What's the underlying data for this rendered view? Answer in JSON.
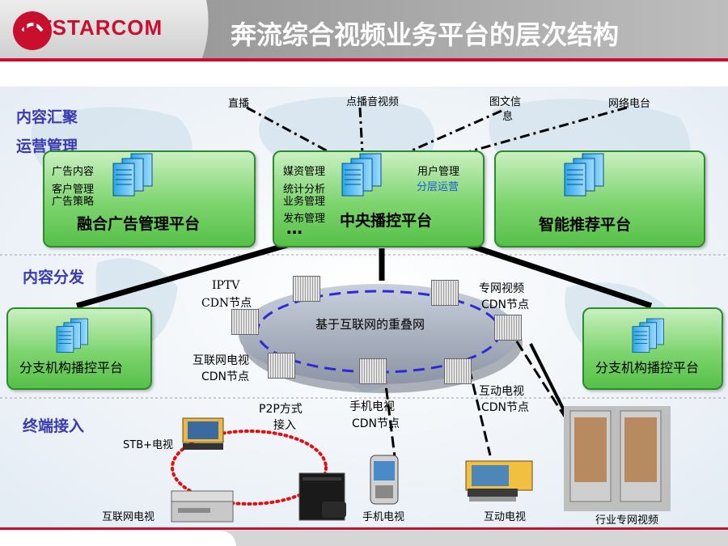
{
  "header": {
    "logo_text": "UTSTARCOM",
    "title": "奔流综合视频业务平台的层次结构"
  },
  "sections": {
    "content_aggregation": "内容汇聚",
    "operations": "运营管理",
    "content_distribution": "内容分发",
    "terminal_access": "终端接入"
  },
  "sources": {
    "live": "直播",
    "vod": "点播音视频",
    "info_line1": "图文信",
    "info_line2": "息",
    "net_radio": "网络电台"
  },
  "platforms": {
    "ad_platform": {
      "title": "融合广告管理平台",
      "item1": "广告内容",
      "item2": "客户管理",
      "item3": "广告策略"
    },
    "central_platform": {
      "title": "中央播控平台",
      "left1": "媒资管理",
      "left2": "统计分析",
      "left3": "业务管理",
      "left4": "发布管理",
      "ellipsis": "…",
      "right1": "用户管理",
      "right2": "分层运营"
    },
    "recommend_platform": {
      "title": "智能推荐平台"
    },
    "branch_left": {
      "title": "分支机构播控平台"
    },
    "branch_right": {
      "title": "分支机构播控平台"
    }
  },
  "network": {
    "overlay_label": "基于互联网的重叠网",
    "iptv_line1": "IPTV",
    "iptv_line2": "CDN节点",
    "private_line1": "专网视频",
    "private_line2": "CDN节点",
    "inet_tv_line1": "互联网电视",
    "inet_tv_line2": "CDN节点",
    "mobile_line1": "手机电视",
    "mobile_line2": "CDN节点",
    "interactive_line1": "互动电视",
    "interactive_line2": "CDN节点",
    "p2p_line1": "P2P方式",
    "p2p_line2": "接入"
  },
  "terminals": {
    "stb": "STB+电视",
    "internet_tv": "互联网电视",
    "mobile_tv": "手机电视",
    "interactive_tv": "互动电视",
    "industry_video": "行业专网视频"
  },
  "colors": {
    "header_red": "#c8102e",
    "section_text": "#3a3ab0",
    "box_green": "#6fcf5f",
    "ellipse_dash": "#2a2ad8",
    "p2p_dots": "#e01010",
    "highlight_text": "#1e5bd6"
  }
}
